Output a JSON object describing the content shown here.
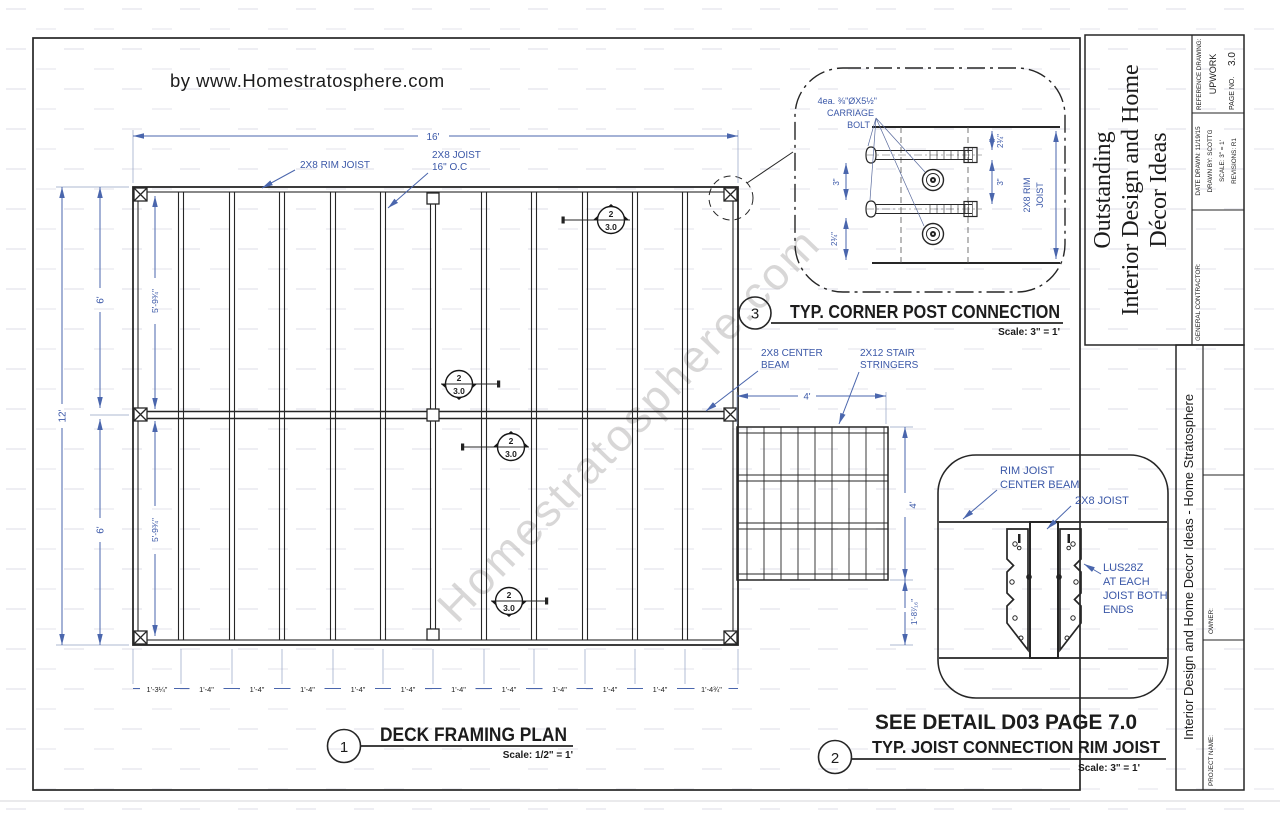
{
  "credit": "by www.Homestratosphere.com",
  "watermark": "Homestratosphere.com",
  "plan": {
    "labels": {
      "rim_joist": "2X8 RIM JOIST",
      "joist1": "2X8 JOIST",
      "joist2": "16\" O.C",
      "beam1": "2X8 CENTER",
      "beam2": "BEAM",
      "stair1": "2X12 STAIR",
      "stair2": "STRINGERS"
    },
    "dims": {
      "width": "16'",
      "height": "12'",
      "half1": "6'",
      "half2": "6'",
      "span1": "5'-9¾\"",
      "span2": "5'-9¾\"",
      "stair_w": "4'",
      "stair_h": "4'",
      "stair_off": "1'-8⁷⁄₁₆\"",
      "bottom": [
        "1'-3¼\"",
        "1'-4\"",
        "1'-4\"",
        "1'-4\"",
        "1'-4\"",
        "1'-4\"",
        "1'-4\"",
        "1'-4\"",
        "1'-4\"",
        "1'-4\"",
        "1'-4\"",
        "1'-4¾\""
      ]
    },
    "callouts": {
      "num": "2",
      "page": "3.0"
    },
    "title": {
      "num": "1",
      "text": "DECK FRAMING PLAN",
      "scale": "Scale: 1/2\" = 1'"
    }
  },
  "detail3": {
    "bolt1": "4ea. ⅜\"ØX5½\"",
    "bolt2": "CARRIAGE",
    "bolt3": "BOLT",
    "dim_left1": "3\"",
    "dim_left2": "2¾\"",
    "dim_right1": "2¾\"",
    "dim_right2": "3\"",
    "rim1": "2X8 RIM",
    "rim2": "JOIST",
    "title": {
      "num": "3",
      "text": "TYP. CORNER POST CONNECTION",
      "scale": "Scale:  3\" = 1'"
    }
  },
  "detail2": {
    "label_rim1": "RIM JOIST",
    "label_rim2": "CENTER BEAM",
    "label_joist": "2X8 JOIST",
    "hanger1": "LUS28Z",
    "hanger2": "AT EACH",
    "hanger3": "JOIST BOTH",
    "hanger4": "ENDS",
    "see_detail": "SEE DETAIL D03 PAGE 7.0",
    "title": {
      "num": "2",
      "text": "TYP. JOIST CONNECTION RIM JOIST",
      "scale": "Scale:  3\" = 1'"
    }
  },
  "titleblock": {
    "line1": "Outstanding",
    "line2": "Interior Design and Home",
    "line3": "Décor Ideas",
    "reference_label": "REFERENCE DRAWING:",
    "reference_value": "UPWORK",
    "page_label": "PAGE NO.",
    "page_value": "3.0",
    "date": "DATE DRAWN: 11/19/15",
    "drawn_by": "DRAWN BY: SCOTTG",
    "scale": "SCALE: 3\" = 1'",
    "revisions": "REVISIONS: R1",
    "contractor": "GENERAL CONTRACTOR:",
    "strip": "Interior Design and Home Decor Ideas - Home Stratosphere",
    "owner": "OWNER:",
    "project": "PROJECT NAME:"
  }
}
